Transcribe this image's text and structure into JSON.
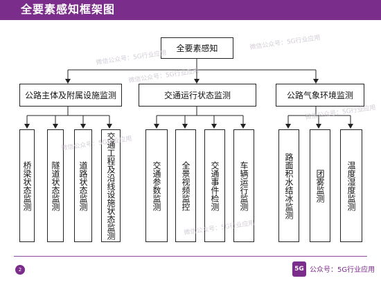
{
  "header": {
    "title": "全要素感知框架图"
  },
  "root": {
    "label": "全要素感知"
  },
  "groups": [
    {
      "label": "公路主体及附属设施监测",
      "children": [
        "桥梁状态监测",
        "隧道状态监测",
        "道路状态监测",
        "交通工程及沿线设施状态监测"
      ]
    },
    {
      "label": "交通运行状态监测",
      "children": [
        "交通参数监测",
        "全景视频监控",
        "交通事件检测",
        "车辆运行监测"
      ]
    },
    {
      "label": "公路气象环境监测",
      "children": [
        "路面积水结冰监测",
        "团雾监测",
        "温度湿度监测"
      ]
    }
  ],
  "watermark": "微信公众号：5G行业应用",
  "footer": {
    "page": "2",
    "logo": "5G",
    "text": "公众号：5G行业应用"
  },
  "colors": {
    "accent": "#7b2d8b",
    "line": "#222222"
  }
}
